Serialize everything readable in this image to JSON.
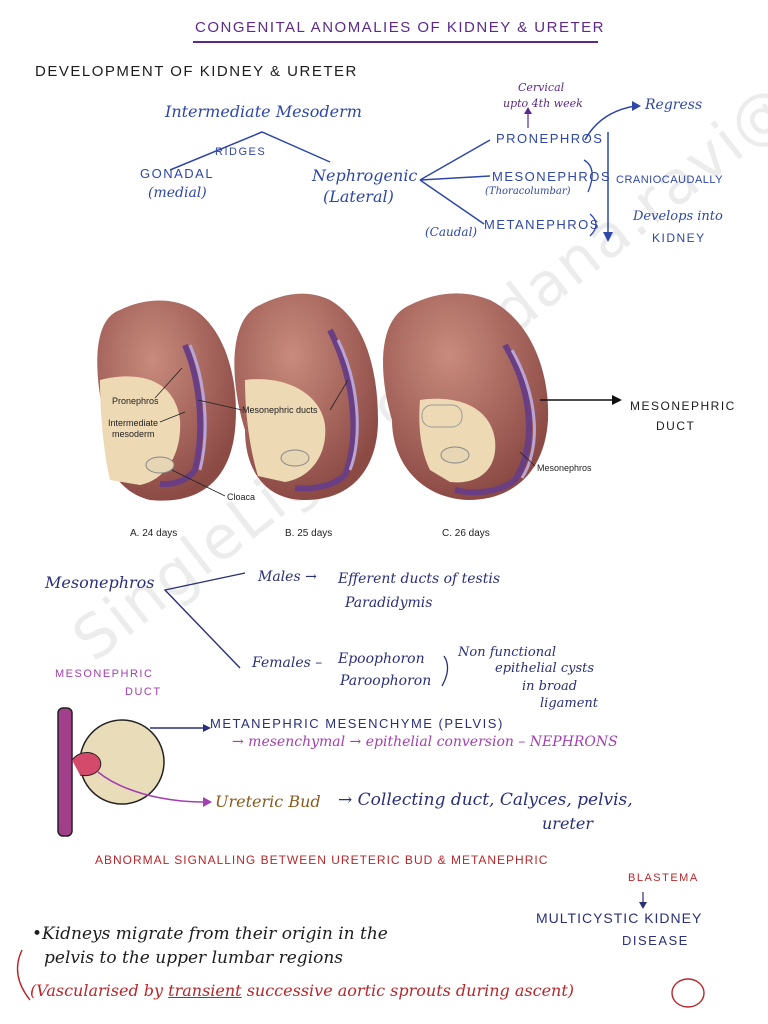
{
  "title": "Congenital anomalies of kidney & ureter",
  "section1": {
    "heading": "Development of kidney & ureter",
    "intermediate": "Intermediate Mesoderm",
    "ridges": "RIDGES",
    "gonadal": "GONADAL",
    "medial": "(medial)",
    "nephrogenic": "Nephrogenic",
    "lateral": "(Lateral)",
    "cervical": "Cervical",
    "upto4": "upto 4th week",
    "pronephros": "PRONEPHROS",
    "regress": "Regress",
    "mesonephros": "MESONEPHROS",
    "thoracolumbar": "(Thoracolumbar)",
    "craniocaudally": "CRANIOCAUDALLY",
    "caudal": "(Caudal)",
    "metanephros": "METANEPHROS",
    "develops": "Develops into",
    "kidney": "KIDNEY"
  },
  "figure": {
    "label_pronephros": "Pronephros",
    "label_intermediate": "Intermediate",
    "label_mesoderm": "mesoderm",
    "label_mesonephric_ducts": "Mesonephric ducts",
    "label_cloaca": "Cloaca",
    "label_mesonephros": "Mesonephros",
    "cap_a": "A. 24 days",
    "cap_b": "B. 25 days",
    "cap_c": "C. 26 days",
    "side_label_1": "MESONEPHRIC",
    "side_label_2": "DUCT"
  },
  "section2": {
    "mesonephros": "Mesonephros",
    "males": "Males →",
    "efferent": "Efferent ducts of testis",
    "paradidymis": "Paradidymis",
    "females": "Females –",
    "epoophoron": "Epoophoron",
    "paroophoron": "Paroophoron",
    "nonfunctional": "Non functional",
    "epithelial": "epithelial cysts",
    "broad": "in broad",
    "ligament": "ligament"
  },
  "section3": {
    "meso_duct_1": "MESONEPHRIC",
    "meso_duct_2": "DUCT",
    "metanephric_mes": "METANEPHRIC MESENCHYME (Pelvis)",
    "conversion": "→ mesenchymal → epithelial conversion – NEPHRONS",
    "ureteric_bud": "Ureteric Bud",
    "collecting": "→ Collecting duct, Calyces, pelvis,",
    "ureter": "ureter",
    "abnormal": "ABNORMAL SIGNALLING BETWEEN URETERIC BUD & METANEPHRIC",
    "blastema": "BLASTEMA",
    "multicystic_1": "MULTICYSTIC KIDNEY",
    "multicystic_2": "DISEASE"
  },
  "section4": {
    "line1": "•Kidneys migrate from their origin in the",
    "line2": "pelvis to the upper lumbar regions",
    "line3_a": "(Vascularised by",
    "line3_b": "transient",
    "line3_c": "successive aortic sprouts during ascent)"
  },
  "watermark": "SingleLight chandana.ravi@gmail.com"
}
